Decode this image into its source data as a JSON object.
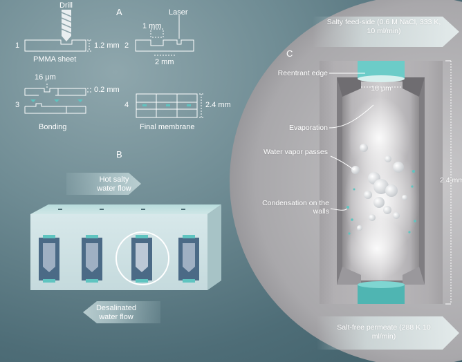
{
  "panel_a": {
    "letter": "A",
    "steps": {
      "s1": {
        "num": "1",
        "caption": "PMMA sheet",
        "tool": "Drill",
        "dim": "1.2 mm"
      },
      "s2": {
        "num": "2",
        "tool": "Laser",
        "dim_top": "1 mm",
        "dim_bottom": "2 mm"
      },
      "s3": {
        "num": "3",
        "caption": "Bonding",
        "dim_top": "16 μm",
        "dim_right": "0.2 mm"
      },
      "s4": {
        "num": "4",
        "caption": "Final membrane",
        "dim": "2.4 mm"
      }
    }
  },
  "panel_b": {
    "letter": "B",
    "flow_in": "Hot salty water flow",
    "flow_out": "Desalinated water flow"
  },
  "panel_c": {
    "letter": "C",
    "feed": "Salty feed-side (0.6 M NaCl, 333 K, 10 ml/min)",
    "permeate": "Salt-free permeate (288 K 10 ml/min)",
    "callouts": [
      "Reentrant edge",
      "Evaporation",
      "Water vapor passes",
      "Condensation on the walls"
    ],
    "pore_size": "16 μm",
    "height": "2.4 mm"
  },
  "colors": {
    "teal": "#5fc4c0",
    "background": "#5e7c85",
    "chamber": "#c9c9cc"
  }
}
